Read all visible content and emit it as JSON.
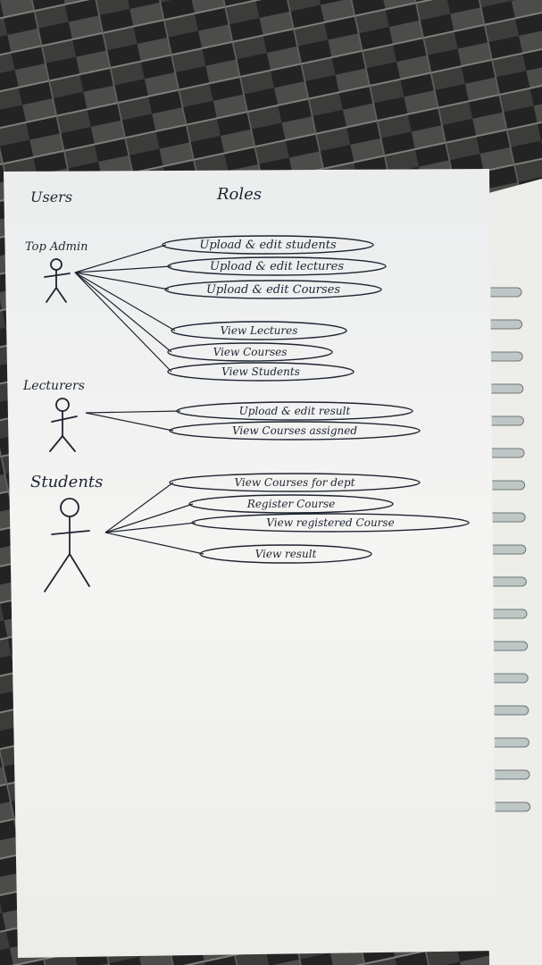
{
  "diagram": {
    "column_users": "Users",
    "column_roles": "Roles",
    "actors": [
      {
        "name": "Top Admin",
        "roles": [
          "Upload & edit students",
          "Upload & edit lectures",
          "Upload & edit Courses",
          "View  Lectures",
          "View  Courses",
          "View  Students"
        ]
      },
      {
        "name": "Lecturers",
        "roles": [
          "Upload & edit result",
          "View  Courses  assigned"
        ]
      },
      {
        "name": "Students",
        "roles": [
          "View  Courses for dept",
          "Register Course",
          "View  registered Course",
          "View  result"
        ]
      }
    ]
  },
  "colors": {
    "paper": "#f6f6f4",
    "ink": "#1f2430",
    "fabric_dark": "#2a2a2c",
    "fabric_light": "#8a8a86",
    "spiral": "#bfc7c6"
  }
}
